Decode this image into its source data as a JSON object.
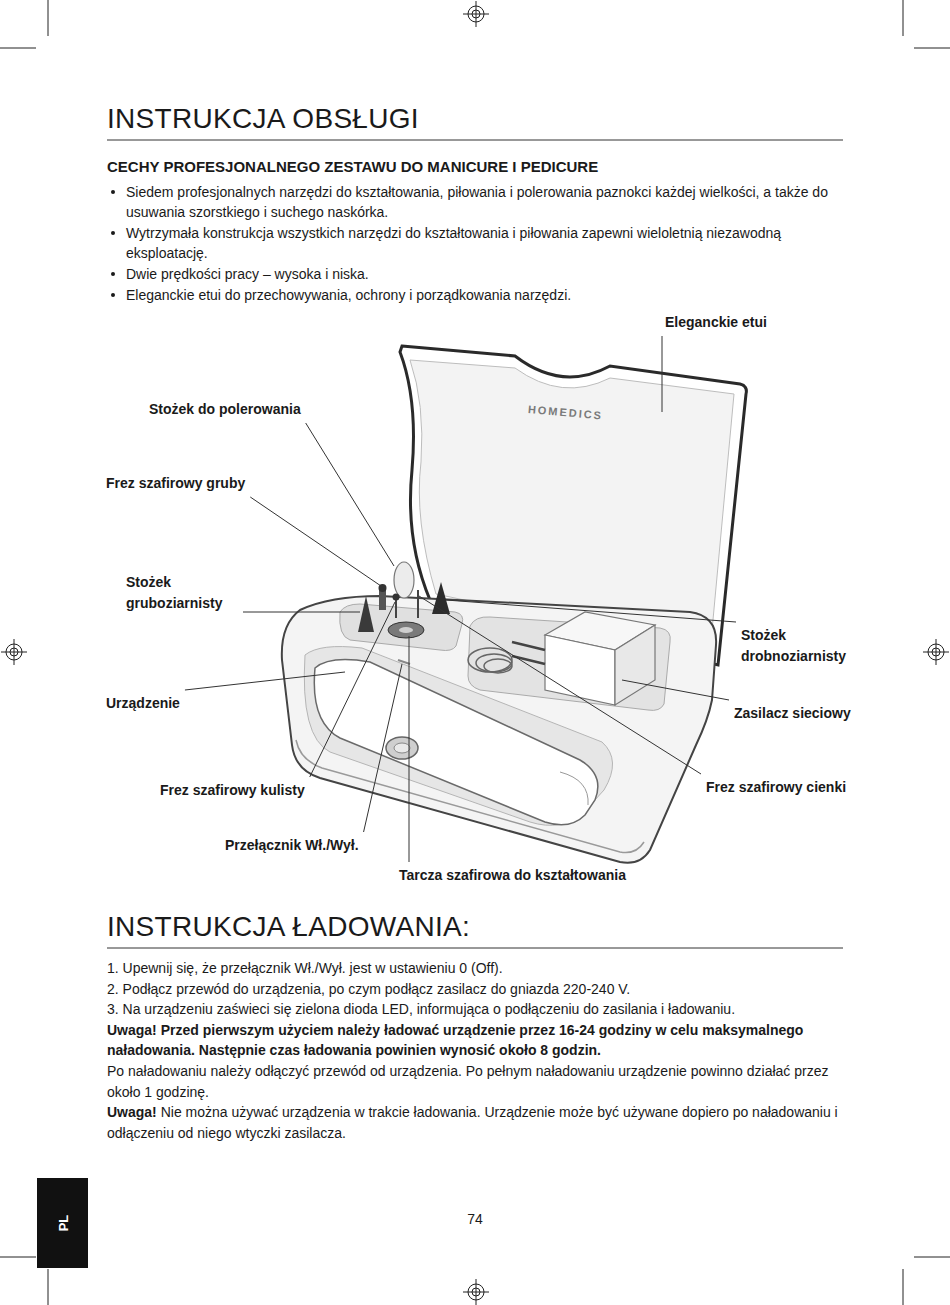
{
  "diagram": {
    "title": "INSTRUKCJA OBSŁUGI",
    "nodes": [
      {
        "text": [
          "PL"
        ]
      }
    ],
    "labels": [
      "CECHY PROFESJONALNEGO ZESTAWU DO MANICURE I PEDICURE",
      "Siedem profesjonalnych narzędzi do kształtowania, piłowania i polerowania paznokci każdej wielkości, a także do usuwania szorstkiego i suchego naskórka.",
      "Wytrzymała konstrukcja wszystkich narzędzi do kształtowania i piłowania zapewni wieloletnią niezawodną eksploatację.",
      "Dwie prędkości pracy – wysoka i niska.",
      "Eleganckie etui do przechowywania, ochrony i porządkowania narzędzi.",
      "HOMEDICS",
      "Eleganckie etui",
      "Stożek do polerowania",
      "Frez szafirowy gruby",
      "Stożek gruboziarnisty",
      "Stożek drobnoziarnisty",
      "Urządzenie",
      "Zasilacz sieciowy",
      "Frez szafirowy kulisty",
      "Frez szafirowy cienki",
      "Przełącznik Wł./Wył.",
      "Tarcza szafirowa do kształtowania",
      "INSTRUKCJA ŁADOWANIA:",
      "1. Upewnij się, że przełącznik Wł./Wył. jest w ustawieniu 0 (Off).",
      "2. Podłącz przewód do urządzenia, po czym podłącz zasilacz do gniazda 220-240 V.",
      "3. Na urządzeniu zaświeci się zielona dioda LED, informująca o podłączeniu do zasilania i ładowaniu.",
      "Uwaga! Przed pierwszym użyciem należy ładować urządzenie przez 16-24 godziny w celu maksymalnego naładowania. Następnie czas ładowania powinien wynosić około 8 godzin.",
      "Po naładowaniu należy odłączyć przewód od urządzenia. Po pełnym naładowaniu urządzenie powinno działać przez około 1 godzinę.",
      "Uwaga!",
      "Nie można używać urządzenia w trakcie ładowania. Urządzenie może być używane dopiero po naładowaniu i odłączeniu od niego wtyczki zasilacza.",
      "74"
    ]
  }
}
